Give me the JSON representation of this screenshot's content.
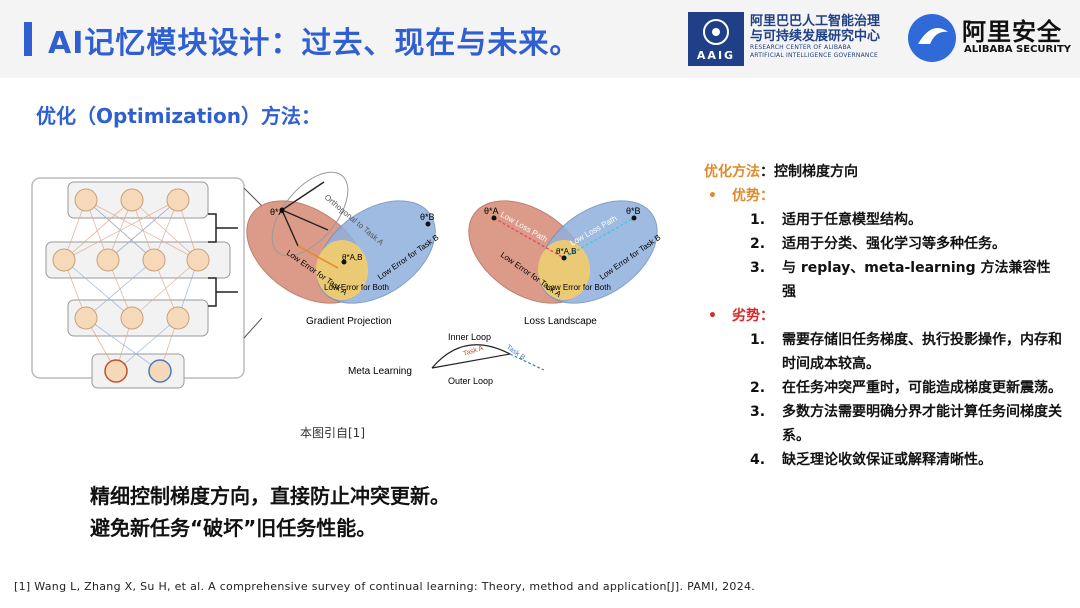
{
  "header": {
    "title": "AI记忆模块设计：过去、现在与未来。",
    "aaig_logo": "AAIG",
    "aaig_name_cn_1": "阿里巴巴人工智能治理",
    "aaig_name_cn_2": "与可持续发展研究中心",
    "aaig_name_en_1": "RESEARCH CENTER OF ALIBABA",
    "aaig_name_en_2": "ARTIFICIAL INTELLIGENCE GOVERNANCE",
    "security_cn": "阿里安全",
    "security_en": "ALIBABA SECURITY"
  },
  "subtitle": "优化（Optimization）方法：",
  "figure": {
    "gradient_projection": "Gradient Projection",
    "loss_landscape": "Loss Landscape",
    "orthogonal": "Orthogonal to Task A",
    "low_error_a": "Low Error for Task A",
    "low_error_b": "Low Error for Task B",
    "low_error_both": "Low Error for Both",
    "low_loss_path": "Low Loss Path",
    "inner_loop": "Inner Loop",
    "outer_loop": "Outer Loop",
    "meta_learning": "Meta Learning",
    "task_a": "Task A",
    "task_b": "Task B",
    "theta_a": "θ*A",
    "theta_b": "θ*B",
    "theta_ab": "θ*A,B"
  },
  "caption": "本图引自[1]",
  "takeaway_1": "精细控制梯度方向，直接防止冲突更新。",
  "takeaway_2": "避免新任务“破坏”旧任务性能。",
  "right": {
    "heading_label": "优化方法",
    "heading_rest": "：控制梯度方向",
    "advantages_label": "优势：",
    "advantages": [
      "适用于任意模型结构。",
      "适用于分类、强化学习等多种任务。",
      "与 replay、meta-learning 方法兼容性强"
    ],
    "disadvantages_label": "劣势：",
    "disadvantages": [
      "需要存储旧任务梯度、执行投影操作，内存和时间成本较高。",
      "在任务冲突严重时，可能造成梯度更新震荡。",
      "多数方法需要明确分界才能计算任务间梯度关系。",
      "缺乏理论收敛保证或解释清晰性。"
    ],
    "numbers": [
      "1.",
      "2.",
      "3.",
      "4."
    ],
    "bullet": "•"
  },
  "footnote": "[1] Wang L, Zhang X, Su H, et al. A comprehensive survey of continual learning: Theory, method and application[J]. PAMI, 2024."
}
